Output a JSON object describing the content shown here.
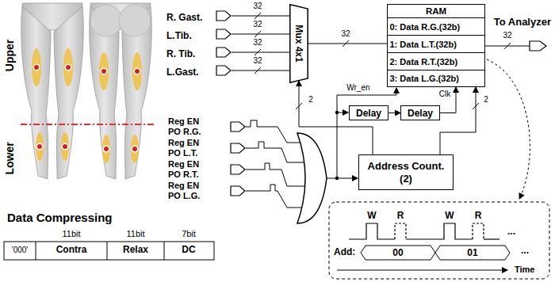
{
  "diagram": {
    "nodes": [
      {
        "text": [
          "R. Gast."
        ]
      },
      {
        "text": [
          "L.Tib."
        ]
      },
      {
        "text": [
          "R. Tib."
        ]
      },
      {
        "text": [
          "L.Gast."
        ]
      },
      {
        "text": [
          "Mux 4x1"
        ]
      },
      {
        "text": [
          "RAM"
        ]
      },
      {
        "text": [
          "0: Data R.G.(32b)"
        ],
        "in": 5
      },
      {
        "text": [
          "1: Data L.T.(32b)"
        ],
        "in": 5
      },
      {
        "text": [
          "2: Data R.T.(32b)"
        ],
        "in": 5
      },
      {
        "text": [
          "3: Data L.G.(32b)"
        ],
        "in": 5
      },
      {
        "text": [
          "To Analyzer"
        ]
      },
      {
        "text": [
          "Reg EN PO R.G."
        ]
      },
      {
        "text": [
          "Reg EN PO L.T."
        ]
      },
      {
        "text": [
          "Reg EN PO R.T."
        ]
      },
      {
        "text": [
          "Reg EN PO L.G."
        ]
      },
      {
        "text": [
          "Delay"
        ]
      },
      {
        "text": [
          "Delay"
        ]
      },
      {
        "text": [
          "Address Count. (2)"
        ]
      }
    ],
    "edges": [
      {
        "from": 0,
        "to": 4,
        "label": "32",
        "arrow": "none"
      },
      {
        "from": 1,
        "to": 4,
        "label": "32",
        "arrow": "none"
      },
      {
        "from": 2,
        "to": 4,
        "label": "32",
        "arrow": "none"
      },
      {
        "from": 3,
        "to": 4,
        "label": "32",
        "arrow": "none"
      },
      {
        "from": 4,
        "to": 5,
        "label": "32",
        "arrow": "none"
      },
      {
        "from": 5,
        "to": 10,
        "label": "32",
        "arrow": "none"
      },
      {
        "from": 15,
        "to": 16,
        "arrow": "to"
      },
      {
        "from": 16,
        "to": 5,
        "label": "Clk",
        "arrow": "to"
      },
      {
        "from": 17,
        "to": 4,
        "label": "2",
        "arrow": "to"
      },
      {
        "from": 17,
        "to": 5,
        "label": "2",
        "arrow": "to"
      }
    ],
    "labels": [
      "Upper",
      "Lower",
      "Wr_en",
      "W",
      "R",
      "W",
      "R",
      "...",
      "Add:",
      "00",
      "01",
      "...",
      "Time",
      "Data Compressing",
      "11bit",
      "11bit",
      "7bit",
      "'000'",
      "Contra",
      "Relax",
      "DC"
    ]
  }
}
